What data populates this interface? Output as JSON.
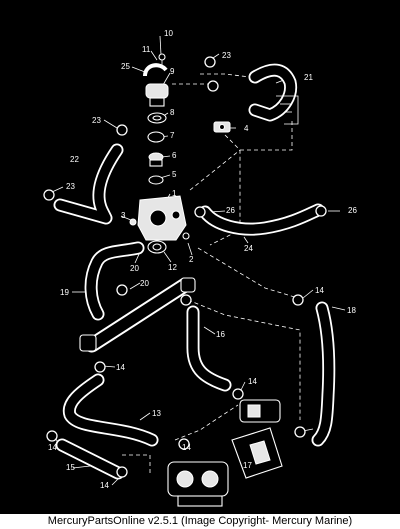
{
  "diagram": {
    "callouts": [
      "10",
      "11",
      "25",
      "9",
      "23",
      "21",
      "8",
      "4",
      "23",
      "7",
      "22",
      "6",
      "5",
      "1",
      "23",
      "3",
      "26",
      "26",
      "24",
      "2",
      "20",
      "12",
      "20",
      "19",
      "14",
      "18",
      "16",
      "14",
      "14",
      "13",
      "14",
      "14",
      "15",
      "14",
      "17"
    ]
  },
  "footer": {
    "text": "MercuryPartsOnline v2.5.1 (Image Copyright- Mercury Marine)"
  }
}
